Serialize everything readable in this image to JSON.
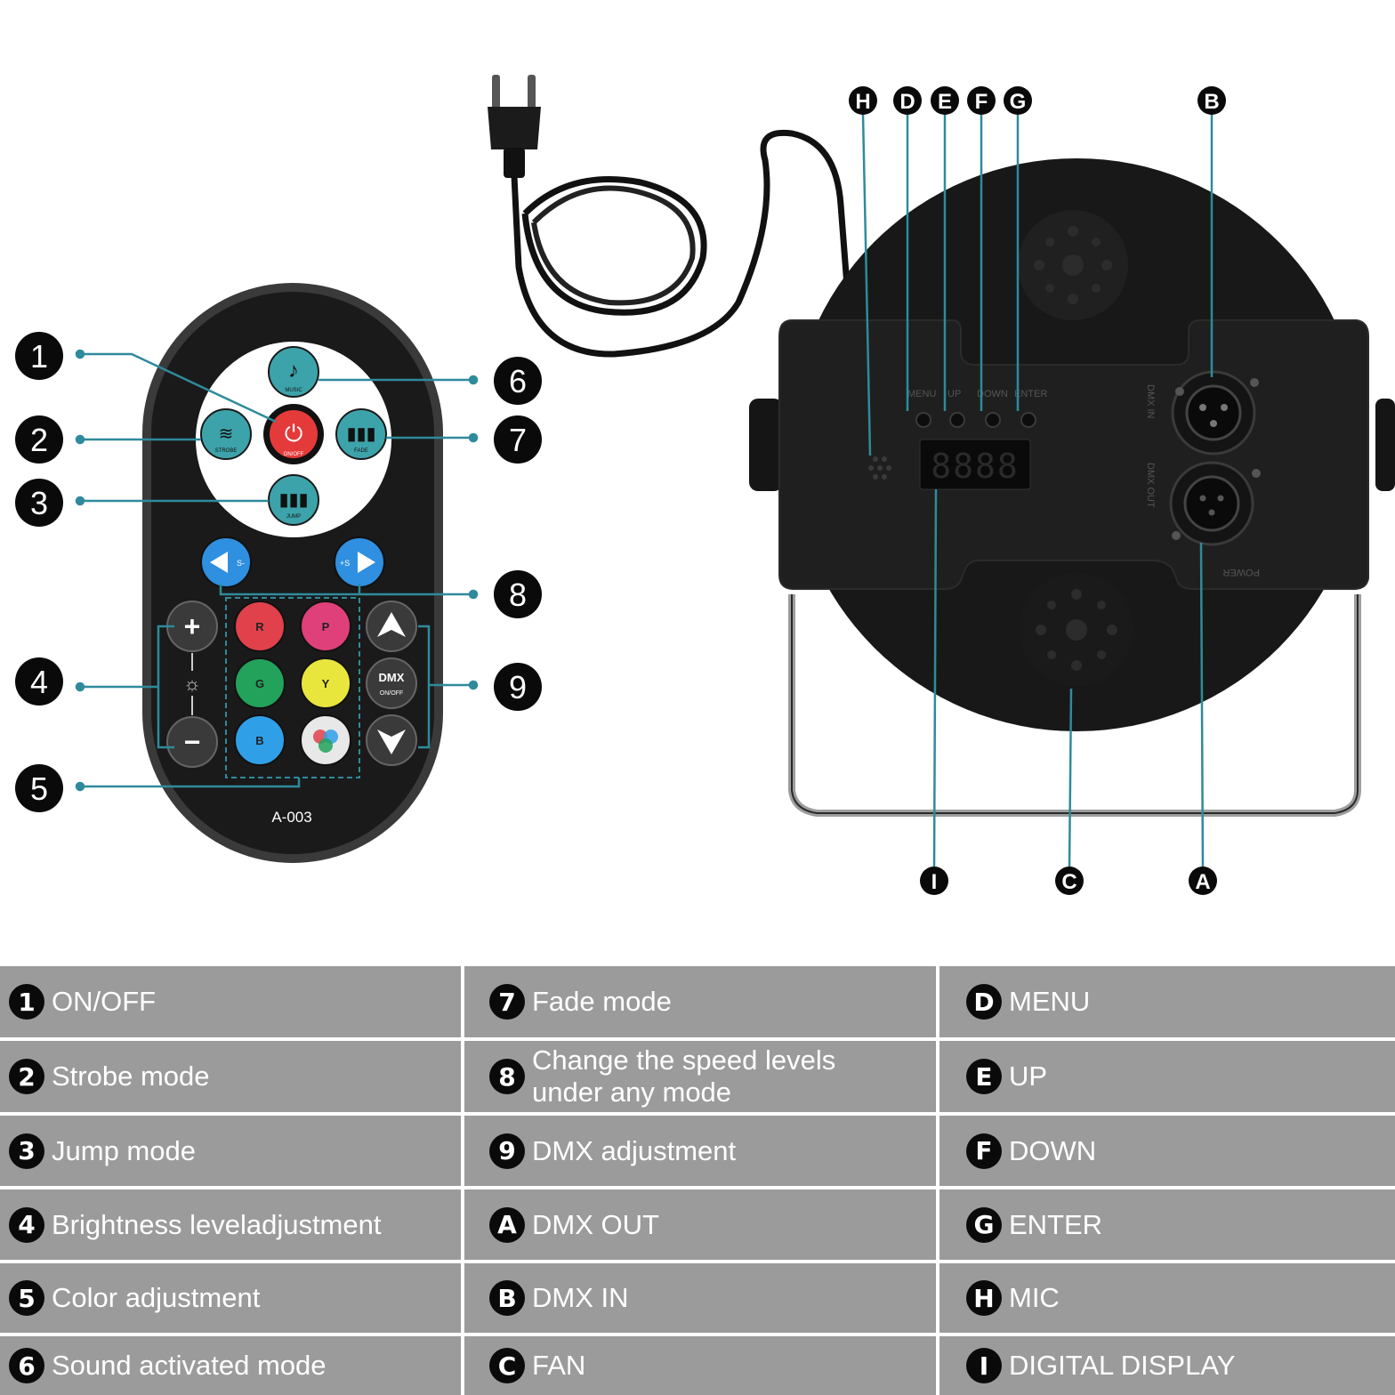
{
  "colors": {
    "table_bg": "#9b9b9b",
    "table_text": "#ffffff",
    "badge_bg": "#0a0a0a",
    "leader_line": "#2f8a9c",
    "remote_body": "#1a1a1a",
    "fixture_body": "#1e1e1e"
  },
  "remote": {
    "model": "A-003",
    "keys": {
      "music": "MUSIC",
      "onoff": "ON/OFF",
      "strobe": "STROBE",
      "fade": "FADE",
      "jump": "JUMP",
      "speed_down": "S-",
      "speed_up": "+S",
      "plus": "+",
      "minus": "−",
      "red": "R",
      "pink": "P",
      "green": "G",
      "yellow": "Y",
      "blue": "B",
      "dmx": "DMX",
      "dmx_sub": "ON/OFF"
    },
    "callouts": [
      "1",
      "2",
      "3",
      "4",
      "5",
      "6",
      "7",
      "8",
      "9"
    ]
  },
  "fixture": {
    "panel_labels": {
      "menu": "MENU",
      "up": "UP",
      "down": "DOWN",
      "enter": "ENTER",
      "dmx_in": "DMX IN",
      "dmx_out": "DMX OUT",
      "power": "POWER",
      "display": "8888"
    },
    "callouts_top": [
      "H",
      "D",
      "E",
      "F",
      "G",
      "B"
    ],
    "callouts_bottom": [
      "I",
      "C",
      "A"
    ]
  },
  "legend": [
    [
      {
        "badge": "1",
        "text": "ON/OFF"
      },
      {
        "badge": "2",
        "text": "Strobe mode"
      },
      {
        "badge": "3",
        "text": "Jump mode"
      },
      {
        "badge": "4",
        "text": "Brightness leveladjustment"
      },
      {
        "badge": "5",
        "text": "Color adjustment"
      },
      {
        "badge": "6",
        "text": "Sound activated mode"
      }
    ],
    [
      {
        "badge": "7",
        "text": "Fade mode"
      },
      {
        "badge": "8",
        "text": "Change the speed levels\nunder any mode"
      },
      {
        "badge": "9",
        "text": "DMX adjustment"
      },
      {
        "badge": "A",
        "text": "DMX OUT"
      },
      {
        "badge": "B",
        "text": "DMX IN"
      },
      {
        "badge": "C",
        "text": "FAN"
      }
    ],
    [
      {
        "badge": "D",
        "text": "MENU"
      },
      {
        "badge": "E",
        "text": "UP"
      },
      {
        "badge": "F",
        "text": "DOWN"
      },
      {
        "badge": "G",
        "text": "ENTER"
      },
      {
        "badge": "H",
        "text": "MIC"
      },
      {
        "badge": "I",
        "text": "DIGITAL DISPLAY"
      }
    ]
  ]
}
